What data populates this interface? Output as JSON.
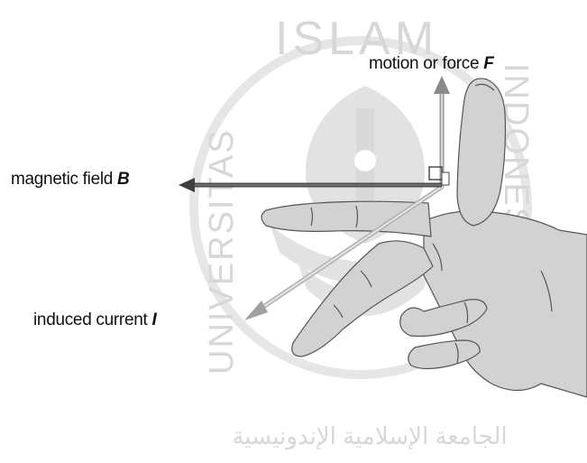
{
  "labels": {
    "motion_text": "motion or force",
    "motion_symbol": "F",
    "field_text": "magnetic field",
    "field_symbol": "B",
    "current_text": "induced current",
    "current_symbol": "I"
  },
  "watermark": {
    "top_word": "ISLAM",
    "left_word": "UNIVERSITAS",
    "right_word": "INDONESIA",
    "arabic_text": "الجامعة الإسلامية الإندونيسية",
    "color": "#d7d7d7"
  },
  "colors": {
    "hand_fill": "#d2d2d2",
    "hand_outline": "#555555",
    "field_arrow": "#4d4d4d",
    "motion_arrow": "#9a9a9a",
    "current_arrow": "#b0b0b0"
  }
}
